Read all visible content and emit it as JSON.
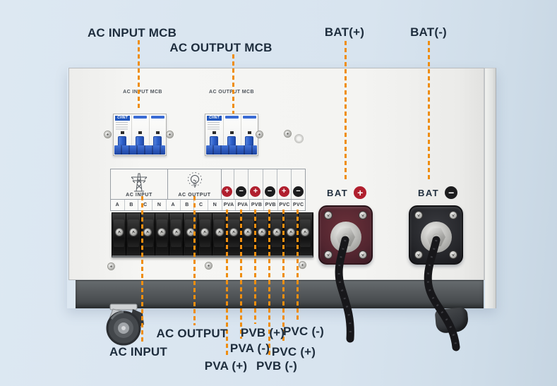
{
  "colors": {
    "accent_orange": "#ef8e10",
    "callout_text": "#1e2d3d",
    "breaker_blue": "#2e5fc8",
    "sign_red": "#b01f2e",
    "sign_black": "#1c1c1e",
    "bg_blue": "#d9e4ef"
  },
  "callouts_top": [
    {
      "label": "AC INPUT MCB"
    },
    {
      "label": "AC OUTPUT MCB"
    },
    {
      "label": "BAT(+)"
    },
    {
      "label": "BAT(-)"
    }
  ],
  "callouts_bottom": [
    {
      "label": "AC INPUT"
    },
    {
      "label": "AC OUTPUT"
    },
    {
      "label": "PVA (+)"
    },
    {
      "label": "PVA (-)"
    },
    {
      "label": "PVB (+)"
    },
    {
      "label": "PVB (-)"
    },
    {
      "label": "PVC (+)"
    },
    {
      "label": "PVC (-)"
    }
  ],
  "panel": {
    "breaker_labels": [
      "AC INPUT MCB",
      "AC OUTPUT MCB"
    ],
    "breaker_brand": "CHNT",
    "strip": {
      "group1_label": "AC INPUT",
      "group2_label": "AC OUTPUT",
      "letters": [
        "A",
        "B",
        "C",
        "N",
        "A",
        "B",
        "C",
        "N"
      ],
      "pv_cells": [
        {
          "sign": "+",
          "label": "PVA"
        },
        {
          "sign": "−",
          "label": "PVA"
        },
        {
          "sign": "+",
          "label": "PVB"
        },
        {
          "sign": "−",
          "label": "PVB"
        },
        {
          "sign": "+",
          "label": "PVC"
        },
        {
          "sign": "−",
          "label": "PVC"
        }
      ]
    },
    "bat_plus": {
      "label": "BAT",
      "sign": "+"
    },
    "bat_minus": {
      "label": "BAT",
      "sign": "−"
    }
  }
}
